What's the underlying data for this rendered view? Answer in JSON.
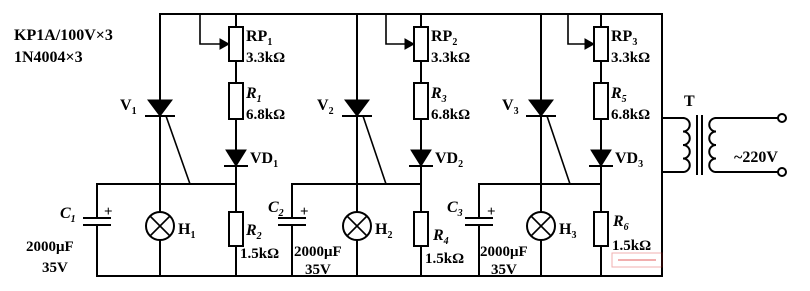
{
  "parts_note": {
    "line1": "KP1A/100V×3",
    "line2": "1N4004×3"
  },
  "stages": [
    {
      "pot": {
        "prefix": "RP",
        "sub": "1",
        "value": "3.3kΩ"
      },
      "upper_resistor": {
        "prefix": "R",
        "sub": "1",
        "value": "6.8kΩ"
      },
      "scr": {
        "prefix": "V",
        "sub": "1"
      },
      "diode": {
        "prefix": "VD",
        "sub": "1"
      },
      "lamp": {
        "prefix": "H",
        "sub": "1"
      },
      "capacitor": {
        "prefix": "C",
        "sub": "1",
        "value1": "2000μF",
        "value2": "35V",
        "polarity": "+"
      },
      "lower_resistor": {
        "prefix": "R",
        "sub": "2",
        "value": "1.5kΩ"
      }
    },
    {
      "pot": {
        "prefix": "RP",
        "sub": "2",
        "value": "3.3kΩ"
      },
      "upper_resistor": {
        "prefix": "R",
        "sub": "3",
        "value": "6.8kΩ"
      },
      "scr": {
        "prefix": "V",
        "sub": "2"
      },
      "diode": {
        "prefix": "VD",
        "sub": "2"
      },
      "lamp": {
        "prefix": "H",
        "sub": "2"
      },
      "capacitor": {
        "prefix": "C",
        "sub": "2",
        "value1": "2000μF",
        "value2": "35V",
        "polarity": "+"
      },
      "lower_resistor": {
        "prefix": "R",
        "sub": "4",
        "value": "1.5kΩ"
      }
    },
    {
      "pot": {
        "prefix": "RP",
        "sub": "3",
        "value": "3.3kΩ"
      },
      "upper_resistor": {
        "prefix": "R",
        "sub": "5",
        "value": "6.8kΩ"
      },
      "scr": {
        "prefix": "V",
        "sub": "3"
      },
      "diode": {
        "prefix": "VD",
        "sub": "3"
      },
      "lamp": {
        "prefix": "H",
        "sub": "3"
      },
      "capacitor": {
        "prefix": "C",
        "sub": "3",
        "value1": "2000μF",
        "value2": "35V",
        "polarity": "+"
      },
      "lower_resistor": {
        "prefix": "R",
        "sub": "6",
        "value": "1.5kΩ"
      }
    }
  ],
  "transformer": {
    "label": "T"
  },
  "mains": {
    "label": "~220V"
  },
  "colors": {
    "ink": "#000000",
    "background": "#ffffff",
    "watermark": "#d81e1e"
  }
}
